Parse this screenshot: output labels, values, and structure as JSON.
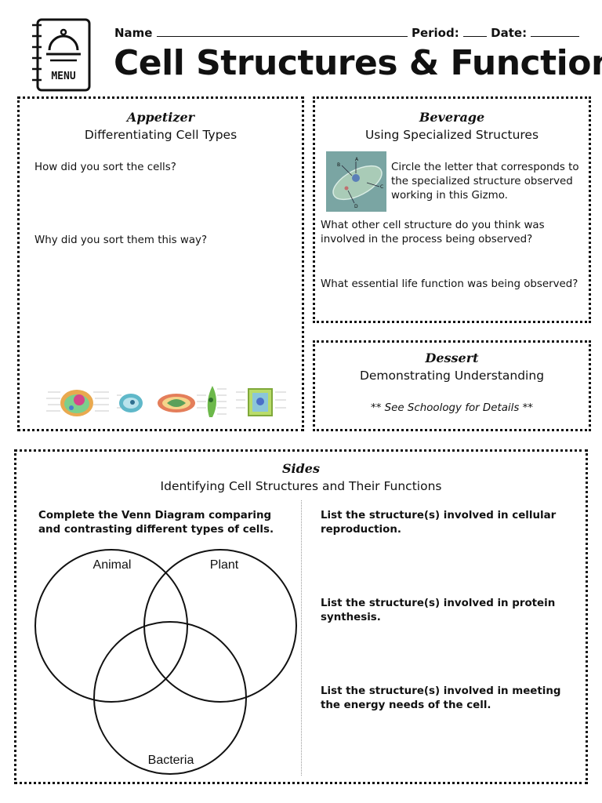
{
  "header": {
    "menu_label": "MENU",
    "name_label": "Name",
    "period_label": "Period:",
    "date_label": "Date:",
    "title": "Cell Structures & Function"
  },
  "appetizer": {
    "heading": "Appetizer",
    "subtitle": "Differentiating Cell Types",
    "q1": "How did you sort the cells?",
    "q2": "Why did you sort them this way?"
  },
  "beverage": {
    "heading": "Beverage",
    "subtitle": "Using Specialized Structures",
    "instruction": "Circle the letter that corresponds to the specialized structure observed working in this Gizmo.",
    "q1": "What other cell structure do you think was involved in the process being observed?",
    "q2": "What essential life function was being observed?",
    "image_letters": [
      "A",
      "B",
      "C",
      "D"
    ]
  },
  "dessert": {
    "heading": "Dessert",
    "subtitle": "Demonstrating Understanding",
    "details": "** See Schoology for Details **"
  },
  "sides": {
    "heading": "Sides",
    "subtitle": "Identifying Cell Structures and Their Functions",
    "venn_instruction": "Complete the Venn Diagram comparing and contrasting different types of cells.",
    "venn_labels": {
      "animal": "Animal",
      "plant": "Plant",
      "bacteria": "Bacteria"
    },
    "q1": "List the structure(s) involved in cellular reproduction.",
    "q2": "List the structure(s) involved in protein synthesis.",
    "q3": "List the structure(s) involved in meeting the energy needs of the cell."
  }
}
